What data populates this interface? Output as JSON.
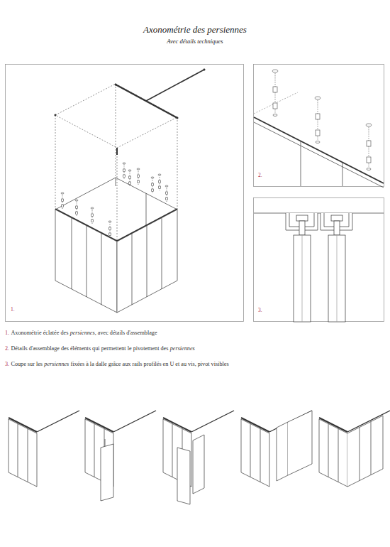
{
  "diagram": {
    "title": "Axonométrie des persiennes",
    "labels": [
      "Avec détails techniques",
      "1.",
      "2.",
      "3.",
      "1.",
      "Axonométrie éclatée des",
      "persiennes",
      ", avec détails d'assemblage",
      "2.",
      "Détails d'assemblage des éléments qui permettent le pivotement des",
      "persiennes",
      "3.",
      "Coupe sur les",
      "persiennes",
      "fixées à la dalle grâce aux rails profilés en U et au vis, pivot visibles"
    ]
  }
}
